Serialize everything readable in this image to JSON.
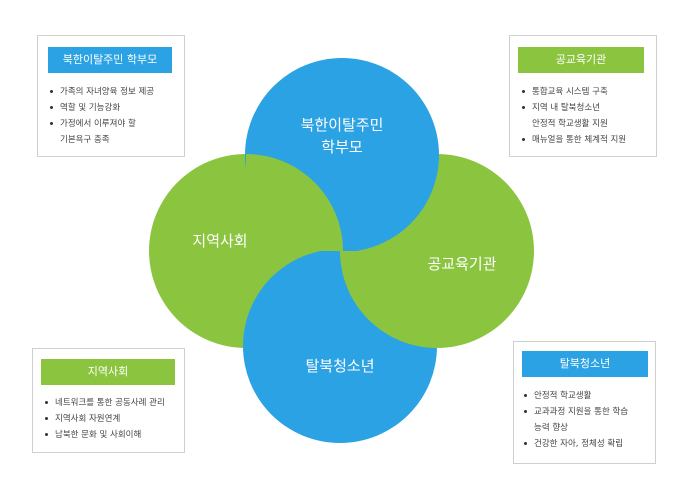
{
  "colors": {
    "blue": "#2ba2e3",
    "green": "#8bc540"
  },
  "circles": {
    "top": {
      "line1": "북한이탈주민",
      "line2": "학부모",
      "color": "blue"
    },
    "left": {
      "label": "지역사회",
      "color": "green"
    },
    "right": {
      "label": "공교육기관",
      "color": "green"
    },
    "bottom": {
      "label": "탈북청소년",
      "color": "blue"
    }
  },
  "cards": {
    "top_left": {
      "title": "북한이탈주민 학부모",
      "items": [
        {
          "line1": "가족의 자녀양육 정보 제공",
          "line2": ""
        },
        {
          "line1": "역할 및 기능강화",
          "line2": ""
        },
        {
          "line1": "가정에서 이루져야 할",
          "line2": "기본욕구 충족"
        }
      ]
    },
    "top_right": {
      "title": "공교육기관",
      "items": [
        {
          "line1": "통합교육 시스템 구축",
          "line2": ""
        },
        {
          "line1": "지역 내 탈북청소년",
          "line2": "안정적 학교생활 지원"
        },
        {
          "line1": "매뉴얼을 통한 체계적 지원",
          "line2": ""
        }
      ]
    },
    "bottom_left": {
      "title": "지역사회",
      "items": [
        {
          "line1": "네트워크를 통한 공동사례 관리",
          "line2": ""
        },
        {
          "line1": "지역사회 자원연계",
          "line2": ""
        },
        {
          "line1": "남북한 문화 및 사회이해",
          "line2": ""
        }
      ]
    },
    "bottom_right": {
      "title": "탈북청소년",
      "items": [
        {
          "line1": "안정적 학교생활",
          "line2": ""
        },
        {
          "line1": "교과과정 지원을 통한 학습",
          "line2": "능력 향상"
        },
        {
          "line1": "건강한 자아, 정체성 확립",
          "line2": ""
        }
      ]
    }
  }
}
